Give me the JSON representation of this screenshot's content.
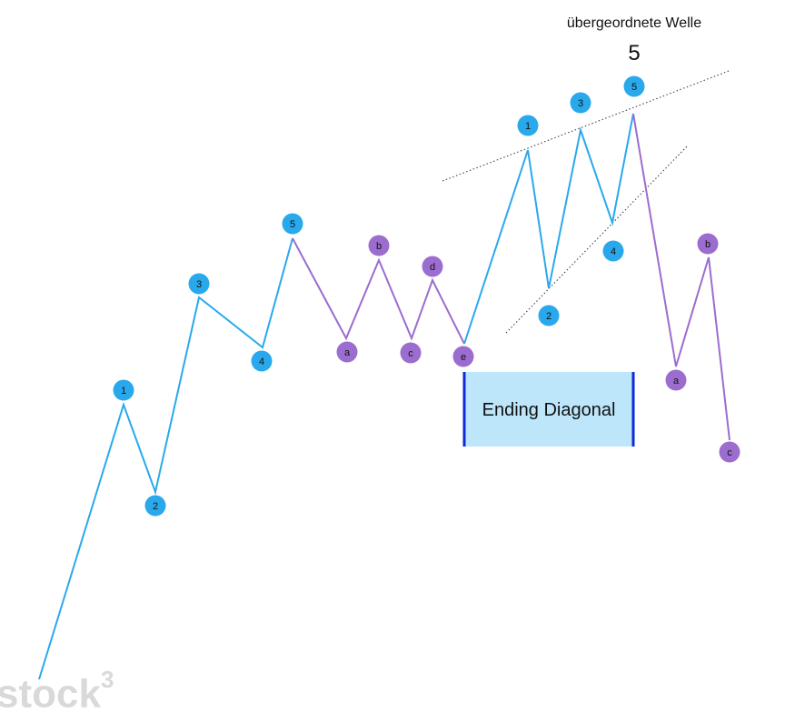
{
  "colors": {
    "impulse": "#29a9ec",
    "corrective": "#9b6dcf",
    "box_fill": "#bde6fb",
    "box_border": "#0f2ad6"
  },
  "header": {
    "subtitle": "übergeordnete Welle",
    "wave_number": "5"
  },
  "box": {
    "label": "Ending Diagonal"
  },
  "watermark": {
    "text": "stock",
    "superscript": "3"
  },
  "labels": {
    "i1": "1",
    "i2": "2",
    "i3": "3",
    "i4": "4",
    "i5": "5",
    "ca": "a",
    "cb": "b",
    "cc": "c",
    "cd": "d",
    "ce": "e",
    "d1": "1",
    "d2": "2",
    "d3": "3",
    "d4": "4",
    "d5": "5",
    "fa": "a",
    "fb": "b",
    "fc": "c"
  }
}
